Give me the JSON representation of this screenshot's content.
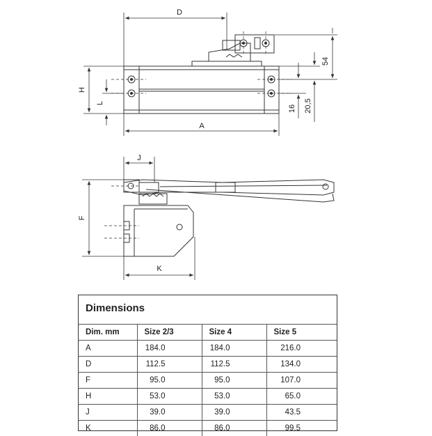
{
  "drawing": {
    "labels": {
      "D": "D",
      "H": "H",
      "L": "L",
      "A": "A",
      "dim_54": "54",
      "dim_16": "16",
      "dim_20_5": "20,5",
      "J": "J",
      "F": "F",
      "K": "K"
    }
  },
  "table": {
    "title": "Dimensions",
    "headers": [
      "Dim. mm",
      "Size 2/3",
      "Size 4",
      "Size 5"
    ],
    "rows": [
      [
        "A",
        "184.0",
        "184.0",
        "216.0"
      ],
      [
        "D",
        "112.5",
        "112.5",
        "134.0"
      ],
      [
        "F",
        "95.0",
        "95.0",
        "107.0"
      ],
      [
        "H",
        "53.0",
        "53.0",
        "65.0"
      ],
      [
        "J",
        "39.0",
        "39.0",
        "43.5"
      ],
      [
        "K",
        "86.0",
        "86.0",
        "99.5"
      ]
    ]
  },
  "colors": {
    "line": "#333333",
    "text": "#222222"
  }
}
